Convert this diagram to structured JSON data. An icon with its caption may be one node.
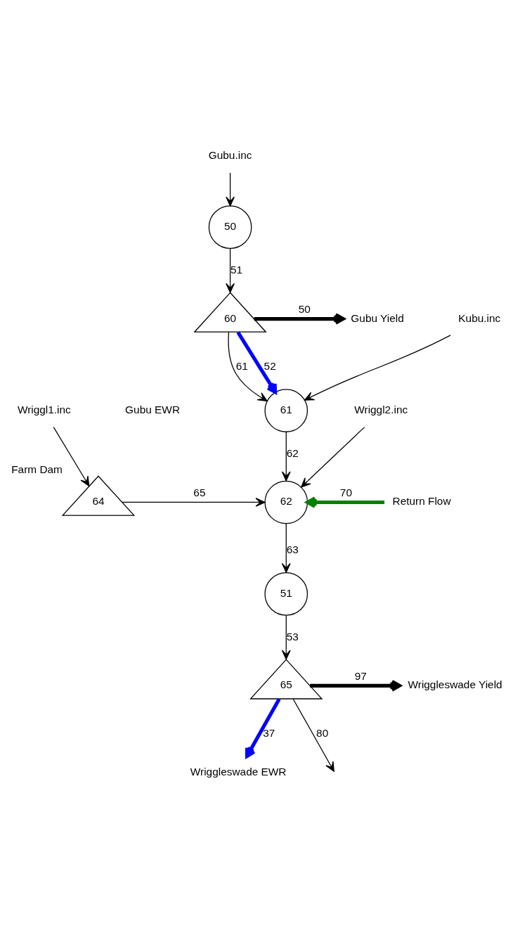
{
  "diagram": {
    "nodes": [
      {
        "text": [
          "Gubu.inc"
        ]
      },
      {
        "text": [
          "50"
        ]
      },
      {
        "text": [
          "60"
        ]
      },
      {
        "text": [
          "Gubu Yield"
        ]
      },
      {
        "text": [
          "Kubu.inc"
        ]
      },
      {
        "text": [
          "61"
        ]
      },
      {
        "text": [
          "Wriggl1.inc"
        ]
      },
      {
        "text": [
          "64"
        ],
        "beside": [
          "Farm Dam"
        ]
      },
      {
        "text": [
          "Wriggl2.inc"
        ]
      },
      {
        "text": [
          "62"
        ]
      },
      {
        "text": [
          "Return Flow"
        ]
      },
      {
        "text": [
          "51"
        ]
      },
      {
        "text": [
          "65"
        ]
      },
      {
        "text": [
          "Wriggleswade Yield"
        ]
      },
      {
        "text": [
          "Wriggleswade EWR"
        ]
      }
    ],
    "edges": [
      {
        "from": 0,
        "to": 1,
        "arrow": "to"
      },
      {
        "from": 1,
        "to": 2,
        "arrow": "to",
        "label": "51"
      },
      {
        "from": 2,
        "to": 3,
        "arrow": "to",
        "label": "50",
        "style": "thick"
      },
      {
        "from": 2,
        "to": 5,
        "arrow": "to",
        "label": "52",
        "style": "thick",
        "color": "#0000ff"
      },
      {
        "from": 2,
        "to": 5,
        "arrow": "to",
        "label": "61"
      },
      {
        "from": 4,
        "to": 5,
        "arrow": "to"
      },
      {
        "from": 5,
        "to": 9,
        "arrow": "to",
        "label": "62"
      },
      {
        "from": 6,
        "to": 7,
        "arrow": "to"
      },
      {
        "from": 8,
        "to": 9,
        "arrow": "to"
      },
      {
        "from": 7,
        "to": 9,
        "arrow": "to",
        "label": "65"
      },
      {
        "from": 10,
        "to": 9,
        "arrow": "to",
        "label": "70",
        "style": "thick",
        "color": "#008000"
      },
      {
        "from": 9,
        "to": 11,
        "arrow": "to",
        "label": "63"
      },
      {
        "from": 11,
        "to": 12,
        "arrow": "to",
        "label": "53"
      },
      {
        "from": 12,
        "to": 13,
        "arrow": "to",
        "label": "97",
        "style": "thick"
      },
      {
        "from": 12,
        "to": 14,
        "arrow": "to",
        "label": "37",
        "style": "thick",
        "color": "#0000ff"
      },
      {
        "from": 12,
        "to": null,
        "arrow": "to",
        "label": "80"
      }
    ],
    "labels": [
      "Gubu EWR"
    ]
  }
}
